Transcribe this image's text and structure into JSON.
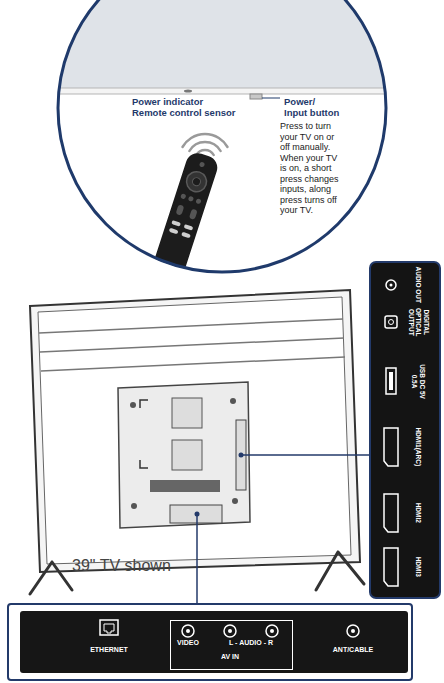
{
  "diagram": {
    "nodes": [
      {
        "text": [
          "Power indicator Remote control sensor",
          "Power/ Input button",
          "Press to turn your TV on or off manually. When your TV is on, a short press changes inputs, along press turns off your TV."
        ]
      },
      {
        "text": [
          "AUDIO OUT",
          "DIGITAL OPTICAL OUTPUT",
          "USB DC 5V 0.5A",
          "HDMI1(ARC)",
          "HDMI2",
          "HDMI3"
        ]
      },
      {
        "text": [
          "ETHERNET",
          "ANT/CABLE"
        ]
      },
      {
        "text": [
          "VIDEO",
          "L - AUDIO - R",
          "AV IN"
        ],
        "in": 2
      }
    ],
    "labels": [
      "39\" TV shown"
    ]
  }
}
